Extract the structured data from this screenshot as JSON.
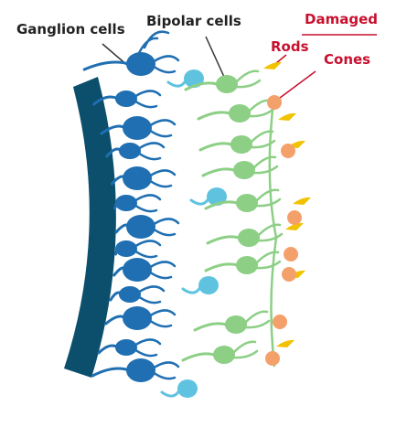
{
  "labels": {
    "ganglion": "Ganglion cells",
    "bipolar": "Bipolar cells",
    "damaged": "Damaged",
    "rods": "Rods",
    "cones": "Cones"
  },
  "colors": {
    "retina_wall": "#0b4f6c",
    "ganglion": "#1f6fb2",
    "bipolar_damaged": "#5fc3e0",
    "bipolar_healthy": "#8ccf85",
    "rod": "#f2c200",
    "cone": "#f4a06a",
    "pointer_dark": "#333333",
    "pointer_red": "#c8102e"
  }
}
